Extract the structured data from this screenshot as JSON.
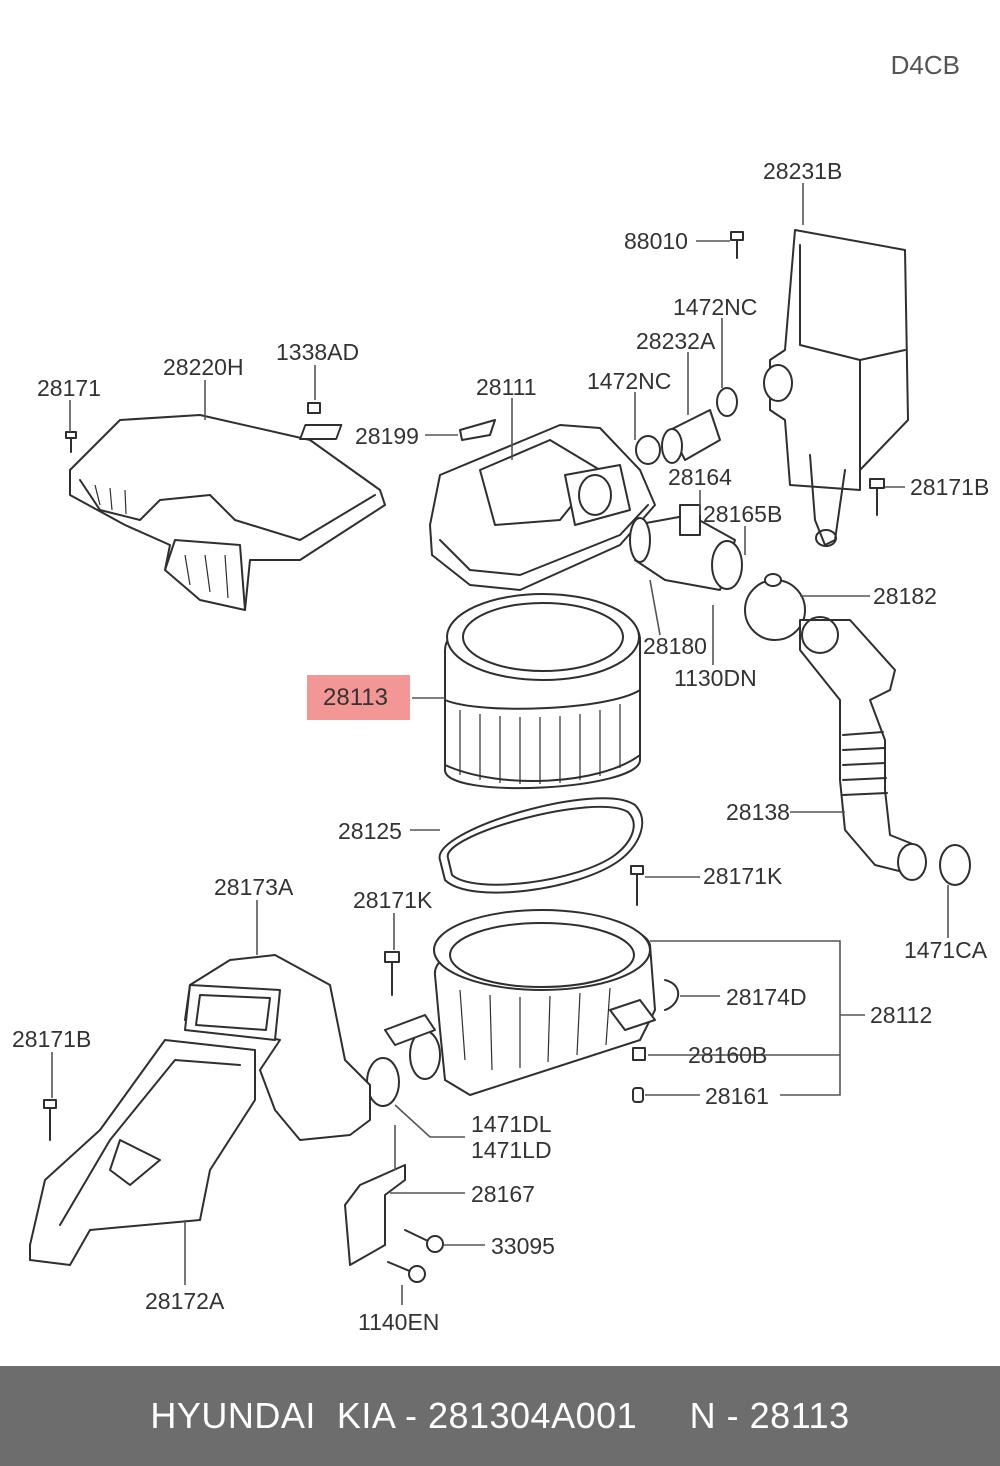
{
  "engine_code": "D4CB",
  "highlight_label": "28113",
  "labels": {
    "l28231B": "28231B",
    "l88010": "88010",
    "l1472NC_a": "1472NC",
    "l28232A": "28232A",
    "l1472NC_b": "1472NC",
    "l28111": "28111",
    "l28199": "28199",
    "l1338AD": "1338AD",
    "l28220H": "28220H",
    "l28171": "28171",
    "l28164": "28164",
    "l28165B": "28165B",
    "l28171B_top": "28171B",
    "l28182": "28182",
    "l28180": "28180",
    "l1130DN": "1130DN",
    "l28138": "28138",
    "l28125": "28125",
    "l28171K_r": "28171K",
    "l1471CA": "1471CA",
    "l28173A": "28173A",
    "l28171K_l": "28171K",
    "l28171B_left": "28171B",
    "l28174D": "28174D",
    "l28112": "28112",
    "l28160B": "28160B",
    "l28161": "28161",
    "l1471DL": "1471DL",
    "l1471LD": "1471LD",
    "l28167": "28167",
    "l33095": "33095",
    "l1140EN": "1140EN",
    "l28172A": "28172A"
  },
  "footer_text": "HYUNDAI  KIA - 281304A001     N - 28113"
}
